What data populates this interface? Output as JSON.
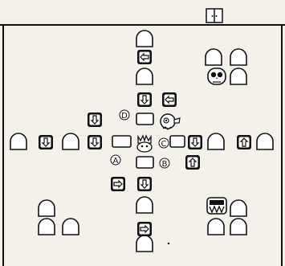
{
  "game": {
    "title": "Game board",
    "header": {
      "door_icon": "double-door-icon"
    },
    "spots": {
      "A": "A",
      "B": "B",
      "C": "C",
      "D": "D"
    },
    "center_character": "crowned-king-icon",
    "hero_character": "round-creature-icon",
    "skull_icon": "skull-icon",
    "treasure_icon": "treasure-chest-icon",
    "colors": {
      "paper": "#f3f1ea",
      "ink": "#111111"
    }
  }
}
